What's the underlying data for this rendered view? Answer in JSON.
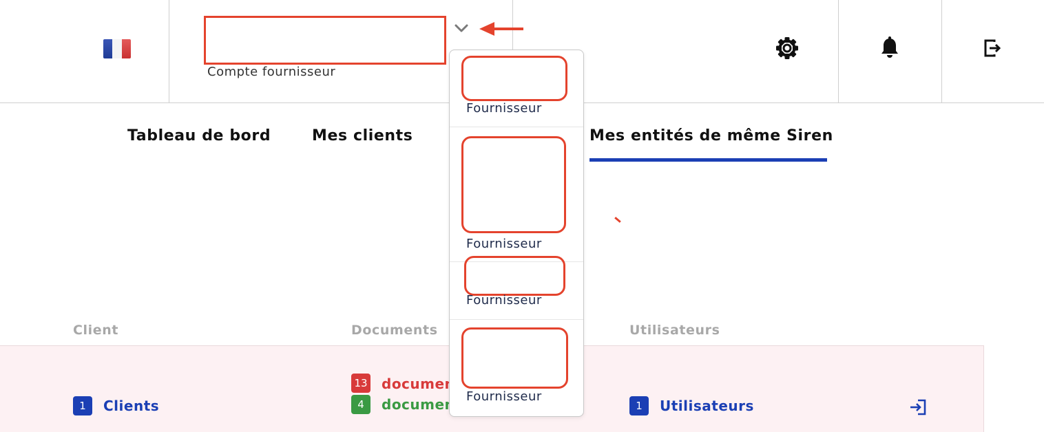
{
  "header": {
    "account_caption": "Compte fournisseur",
    "icons": [
      "chevron-down-icon",
      "gear-icon",
      "bell-icon",
      "logout-icon"
    ]
  },
  "nav": {
    "tabs": [
      {
        "label": "Tableau de bord"
      },
      {
        "label": "Mes clients"
      },
      {
        "label": "Mes entités de même Siren",
        "active": true
      }
    ]
  },
  "table": {
    "headers": {
      "client": "Client",
      "documents": "Documents",
      "users": "Utilisateurs"
    },
    "row": {
      "clients_count": "1",
      "clients_label": "Clients",
      "docs_red_count": "13",
      "docs_red_label": "documents",
      "docs_green_count": "4",
      "docs_green_label": "documents",
      "users_count": "1",
      "users_label": "Utilisateurs"
    }
  },
  "dropdown": {
    "items": [
      {
        "label": "Fournisseur"
      },
      {
        "label": "Fournisseur"
      },
      {
        "label": "Fournisseur"
      },
      {
        "label": "Fournisseur"
      }
    ]
  },
  "colors": {
    "accent_blue": "#1b3fb4",
    "danger_red": "#d83a3a",
    "success_green": "#3a9a43",
    "annotation_red": "#e4432d",
    "row_bg": "#fdf1f3"
  }
}
